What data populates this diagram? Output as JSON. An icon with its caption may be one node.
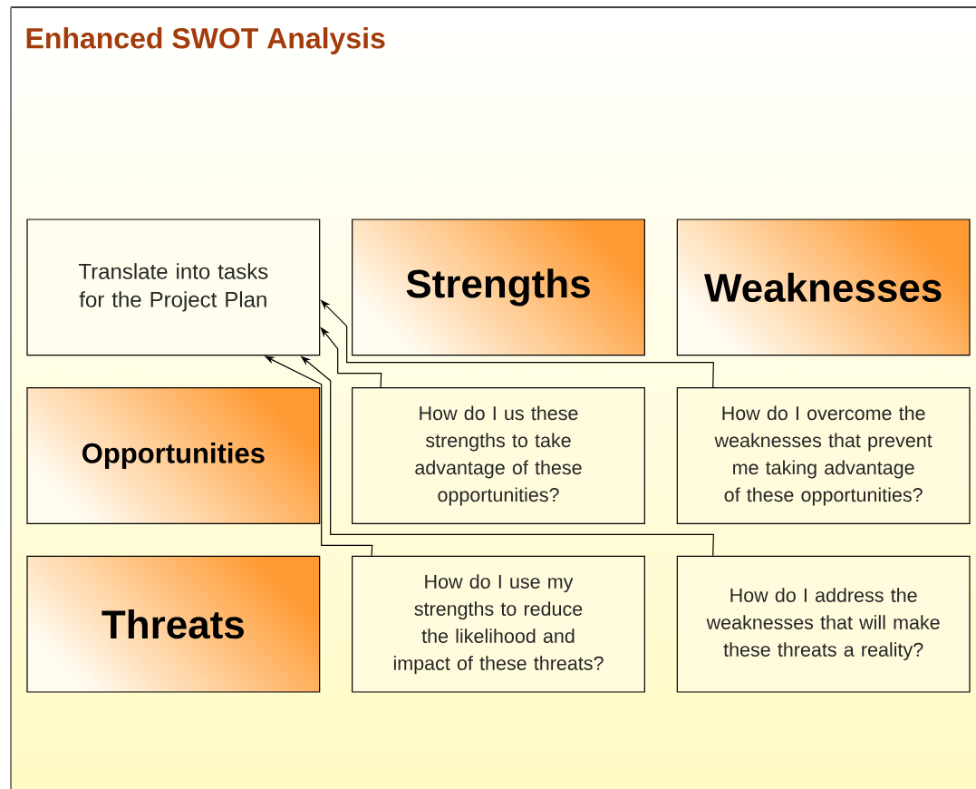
{
  "diagram": {
    "title": "Enhanced SWOT Analysis",
    "nodes": [
      {
        "text": [
          "Translate into tasks for the Project Plan"
        ]
      },
      {
        "text": [
          "Strengths"
        ]
      },
      {
        "text": [
          "Weaknesses"
        ]
      },
      {
        "text": [
          "Opportunities"
        ]
      },
      {
        "text": [
          "How do I us these strengths to take advantage of these opportunities?"
        ]
      },
      {
        "text": [
          "How do I overcome the weaknesses that prevent me taking advantage of these opportunities?"
        ]
      },
      {
        "text": [
          "Threats"
        ]
      },
      {
        "text": [
          "How do I use my strengths to reduce the likelihood and impact of these threats?"
        ]
      },
      {
        "text": [
          "How do I address the weaknesses that will make these threats a reality?"
        ]
      }
    ],
    "edges": [
      {
        "from": 4,
        "to": 0,
        "arrow": "to"
      },
      {
        "from": 5,
        "to": 0,
        "arrow": "to"
      },
      {
        "from": 7,
        "to": 0,
        "arrow": "to"
      },
      {
        "from": 8,
        "to": 0,
        "arrow": "to"
      }
    ]
  }
}
